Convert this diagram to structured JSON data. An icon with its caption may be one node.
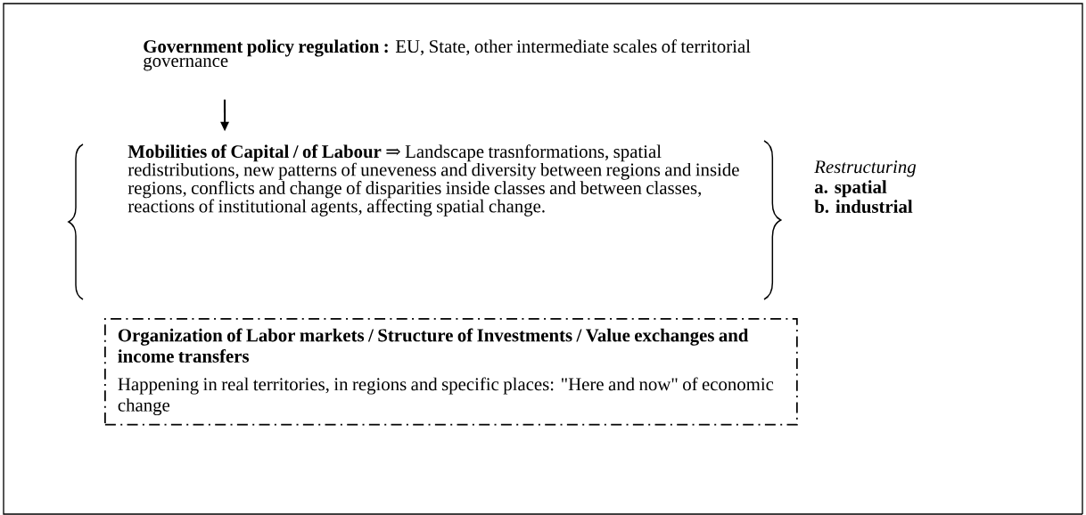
{
  "diagram": {
    "nodes": [
      {
        "text": [
          "**Government policy regulation :** EU, State, other intermediate scales of territorial governance"
        ]
      },
      {
        "text": [
          "**Mobilities of Capital / of Labour** ⇒ Landscape trasnformations, spatial redistributions, new patterns of uneveness and diversity between regions and inside regions, conflicts and change of disparities inside classes and between classes, reactions of institutional agents, affecting spatial change."
        ]
      },
      {
        "text": [
          "Organization of Labor markets / Structure of Investments / Value exchanges and income transfers",
          "Happening in real territories, in regions and specific places: \"Here and now\" of economic change"
        ]
      }
    ],
    "edges": [
      {
        "from": 0,
        "to": 1,
        "arrow": "to"
      }
    ],
    "labels": [
      "Restructuring",
      "a. spatial",
      "b. industrial"
    ]
  }
}
